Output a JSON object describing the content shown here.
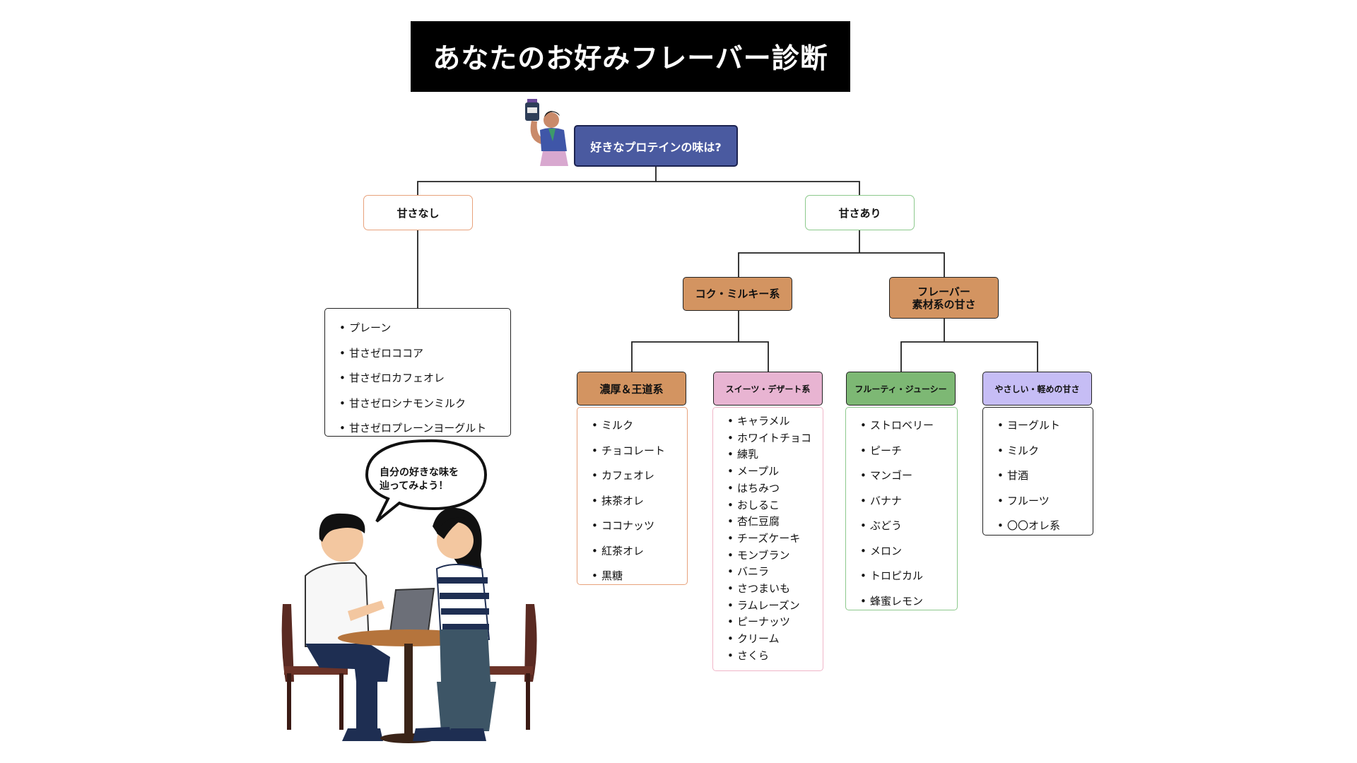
{
  "title": "あなたのお好みフレーバー診断",
  "root": {
    "label": "好きなプロテインの味は?"
  },
  "branches": {
    "unsweet": {
      "label": "甘さなし",
      "items": [
        "プレーン",
        "甘さゼロココア",
        "甘さゼロカフェオレ",
        "甘さゼロシナモンミルク",
        "甘さゼロプレーンヨーグルト"
      ]
    },
    "sweet": {
      "label": "甘さあり",
      "rich": {
        "label": "コク・ミルキー系",
        "classic": {
          "label": "濃厚＆王道系",
          "items": [
            "ミルク",
            "チョコレート",
            "カフェオレ",
            "抹茶オレ",
            "ココナッツ",
            "紅茶オレ",
            "黒糖"
          ]
        },
        "dessert": {
          "label": "スイーツ・デザート系",
          "items": [
            "キャラメル",
            "ホワイトチョコ",
            "練乳",
            "メープル",
            "はちみつ",
            "おしるこ",
            "杏仁豆腐",
            "チーズケーキ",
            "モンブラン",
            "バニラ",
            "さつまいも",
            "ラムレーズン",
            "ピーナッツ",
            "クリーム",
            "さくら"
          ]
        }
      },
      "flavor": {
        "label": "フレーバー\n素材系の甘さ",
        "fruity": {
          "label": "フルーティ・ジューシー",
          "items": [
            "ストロベリー",
            "ピーチ",
            "マンゴー",
            "バナナ",
            "ぶどう",
            "メロン",
            "トロピカル",
            "蜂蜜レモン"
          ]
        },
        "mild": {
          "label": "やさしい・軽めの甘さ",
          "items": [
            "ヨーグルト",
            "ミルク",
            "甘酒",
            "フルーツ",
            "〇〇オレ系"
          ]
        }
      }
    }
  },
  "speech_bubble": "自分の好きな味を\n辿ってみよう！",
  "colors": {
    "root": "#4a5aa0",
    "unsweet_border": "#e8a27c",
    "sweet_border": "#8cc98c",
    "rich": "#d39461",
    "classic": "#d39461",
    "dessert": "#e8b4d2",
    "fruity": "#7db874",
    "mild": "#c6bdf5",
    "dessert_list_border": "#f0b5c8",
    "fruity_list_border": "#8cc98c"
  }
}
